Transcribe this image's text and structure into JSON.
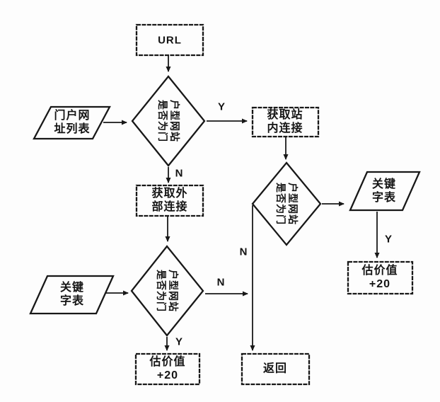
{
  "diagram": {
    "title": "portal-website-crawler-flowchart",
    "background": "#fdfdfd",
    "stroke_color": "#181818",
    "text_color": "#141414"
  },
  "nodes": {
    "url": {
      "label": "URL",
      "shape": "rectangle"
    },
    "portal_url_list": {
      "label": "门户网\n址列表",
      "shape": "parallelogram"
    },
    "decision_top": {
      "label": "是否为门\n户型网站",
      "shape": "diamond"
    },
    "get_internal_links": {
      "label": "获取站\n内连接",
      "shape": "rectangle"
    },
    "decision_right": {
      "label": "是否为门\n户型网站",
      "shape": "diamond"
    },
    "keyword_list_right": {
      "label": "关键\n字表",
      "shape": "parallelogram"
    },
    "score_plus20_right": {
      "label": "估价值\n+20",
      "shape": "rectangle"
    },
    "get_external_links": {
      "label": "获取外\n部连接",
      "shape": "rectangle"
    },
    "decision_middle": {
      "label": "是否为门\n户型网站",
      "shape": "diamond"
    },
    "keyword_list_left": {
      "label": "关键\n字表",
      "shape": "parallelogram"
    },
    "score_plus20_left": {
      "label": "估价值\n+20",
      "shape": "rectangle"
    },
    "return": {
      "label": "返回",
      "shape": "rectangle"
    }
  },
  "edge_labels": {
    "decision_top_yes": "Y",
    "decision_top_no": "N",
    "decision_right_no": "N",
    "keyword_right_yes": "Y",
    "decision_middle_no": "N",
    "decision_middle_yes": "Y"
  }
}
